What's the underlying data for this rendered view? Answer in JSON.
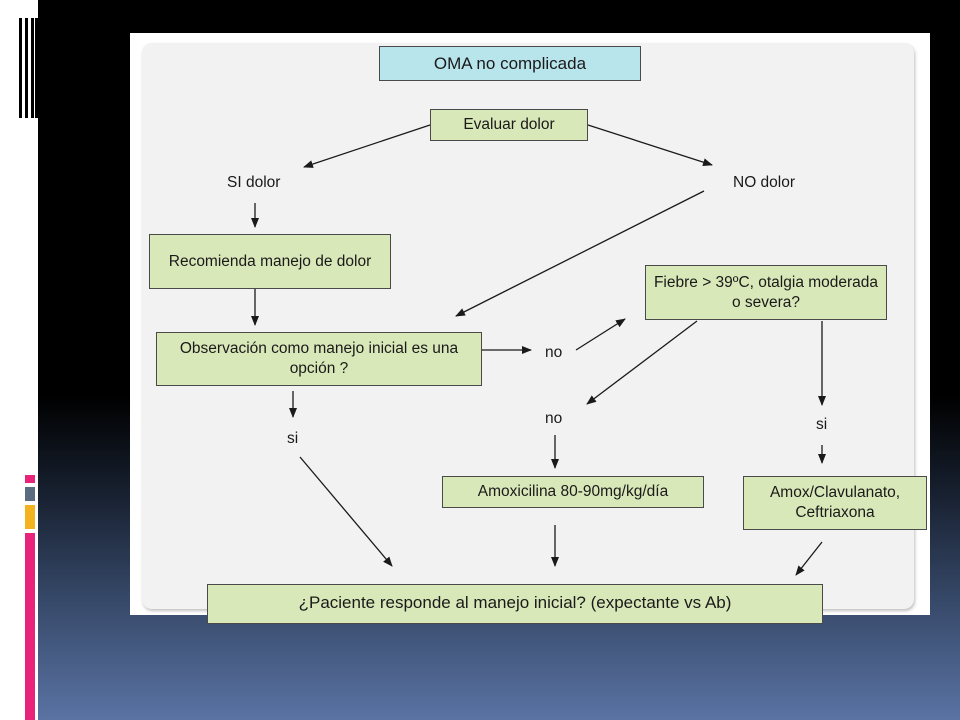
{
  "diagram": {
    "title": "OMA no complicada",
    "nodes": {
      "evaluar": "Evaluar dolor",
      "recomienda": "Recomienda manejo de dolor",
      "observacion": "Observación como manejo inicial es una opción ?",
      "fiebre": "Fiebre > 39ºC, otalgia moderada o severa?",
      "amoxicilina": "Amoxicilina 80-90mg/kg/día",
      "amox_clav": "Amox/Clavulanato, Ceftriaxona",
      "responde": "¿Paciente responde al manejo inicial? (expectante vs Ab)"
    },
    "labels": {
      "si_dolor": "SI  dolor",
      "no_dolor": "NO dolor",
      "no_1": "no",
      "no_2": "no",
      "si_1": "si",
      "si_2": "si"
    },
    "colors": {
      "title_fill": "#b8e4ec",
      "node_fill": "#d9e8b8",
      "panel_fill": "#f2f2f2"
    }
  }
}
